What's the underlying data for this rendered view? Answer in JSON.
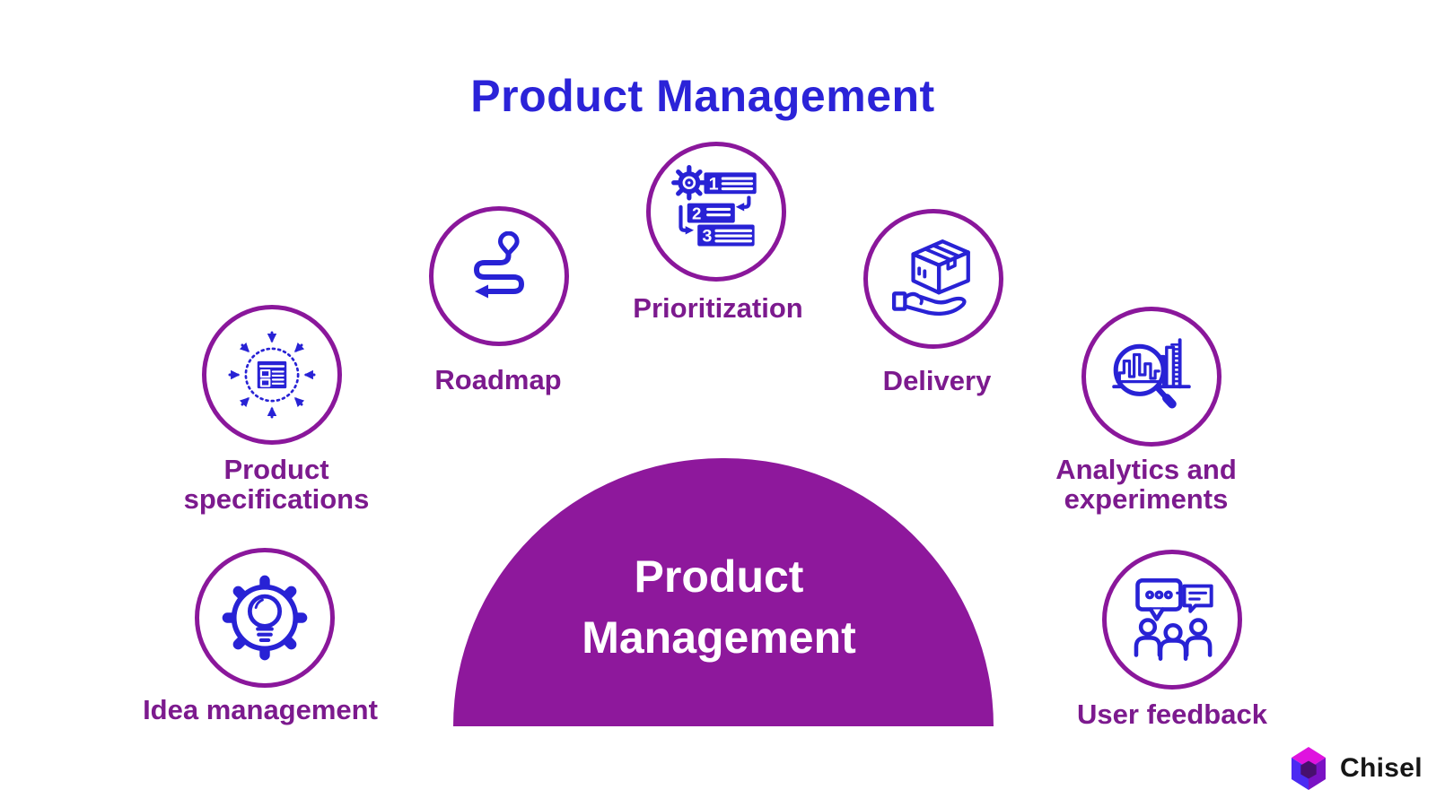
{
  "title": {
    "text": "Product Management"
  },
  "center": {
    "title": "Product Management"
  },
  "nodes": [
    {
      "label": "Product specifications",
      "icon": "converging-arrows-document-icon"
    },
    {
      "label": "Roadmap",
      "icon": "winding-route-pin-icon"
    },
    {
      "label": "Prioritization",
      "icon": "numbered-priority-list-gear-icon"
    },
    {
      "label": "Delivery",
      "icon": "package-on-hand-icon"
    },
    {
      "label": "Analytics and experiments",
      "icon": "magnifier-bar-chart-icon"
    },
    {
      "label": "Idea management",
      "icon": "lightbulb-gear-icon"
    },
    {
      "label": "User feedback",
      "icon": "speech-bubbles-people-icon"
    }
  ],
  "icons": {
    "priority_numbers": [
      "1",
      "2",
      "3"
    ]
  },
  "footer": {
    "brand": "Chisel"
  },
  "colors": {
    "background": "#ffffff",
    "title_blue": "#2b23d8",
    "icon_blue": "#2822d5",
    "circle_border": "#8a179b",
    "label_purple": "#7c1a8e",
    "center_bg": "#8e189c",
    "center_text": "#ffffff",
    "brand_text": "#161616"
  }
}
